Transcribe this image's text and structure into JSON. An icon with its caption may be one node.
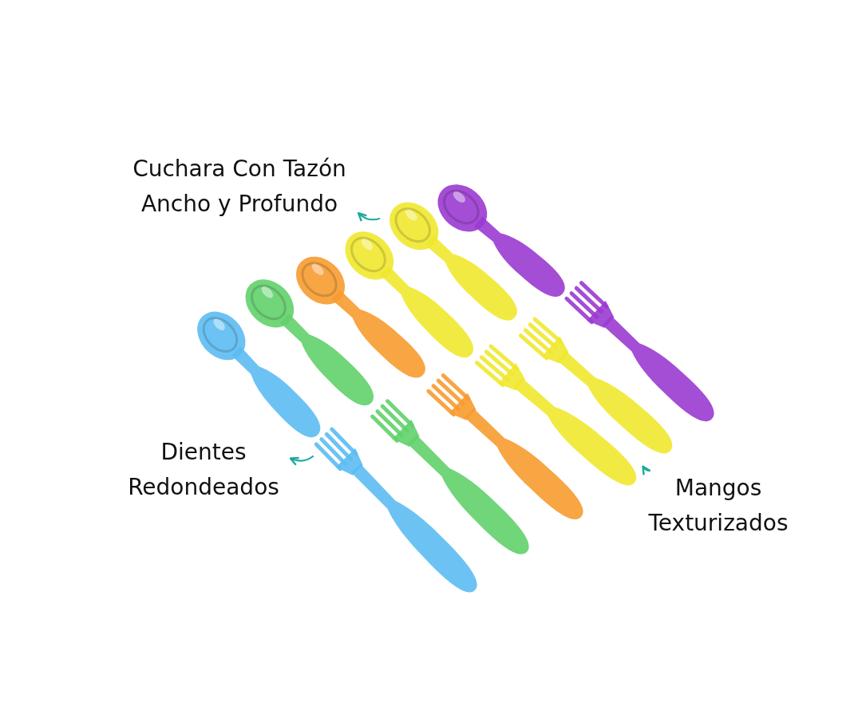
{
  "diagram": {
    "nodes": [
      {
        "text": [
          "Cuchara Con Tazón Ancho y Profundo"
        ]
      },
      {
        "text": [],
        "shape": "picture"
      },
      {
        "text": [
          "Dientes Redondeados"
        ]
      },
      {
        "text": [],
        "shape": "picture"
      },
      {
        "text": [
          "Mangos Texturizados"
        ]
      },
      {
        "text": [],
        "shape": "picture"
      }
    ],
    "edges": [
      {
        "from": 1,
        "to": 0,
        "arrow": "to"
      },
      {
        "from": 3,
        "to": 2,
        "arrow": "to"
      },
      {
        "from": 4,
        "to": 5,
        "arrow": "to"
      }
    ]
  }
}
